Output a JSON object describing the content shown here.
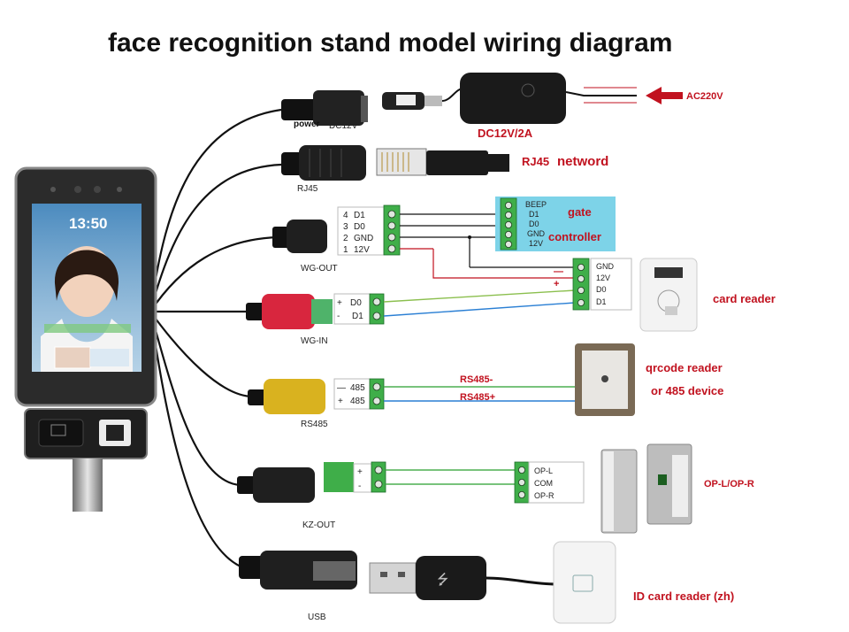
{
  "title": "face recognition stand model wiring diagram",
  "device": {
    "clock": "13:50"
  },
  "power": {
    "label_power": "power",
    "label_dc": "DC12V",
    "adapter": "DC12V/2A",
    "input": "AC220V"
  },
  "rj45": {
    "label": "RJ45",
    "target_a": "RJ45",
    "target_b": "netword"
  },
  "wg_out": {
    "label": "WG-OUT",
    "pins": [
      {
        "num": "4",
        "name": "D1"
      },
      {
        "num": "3",
        "name": "D0"
      },
      {
        "num": "2",
        "name": "GND"
      },
      {
        "num": "1",
        "name": "12V"
      }
    ],
    "gate_pins": [
      "BEEP",
      "D1",
      "D0",
      "GND",
      "12V"
    ],
    "gate_label_1": "gate",
    "gate_label_2": "controller"
  },
  "wg_in": {
    "label": "WG-IN",
    "pins": [
      {
        "sign": "+",
        "name": "D0"
      },
      {
        "sign": "-",
        "name": "D1"
      }
    ],
    "reader_pins": [
      "GND",
      "12V",
      "D0",
      "D1"
    ],
    "minus": "—",
    "plus": "+",
    "reader_label": "card reader"
  },
  "rs485": {
    "label": "RS485",
    "pins": [
      {
        "sign": "—",
        "name": "485"
      },
      {
        "sign": "+",
        "name": "485"
      }
    ],
    "wire_minus": "RS485-",
    "wire_plus": "RS485+",
    "device_1": "qrcode reader",
    "device_2": "or 485 device"
  },
  "kz_out": {
    "label": "KZ-OUT",
    "pins": [
      "+",
      "-"
    ],
    "relay_pins": [
      "OP-L",
      "COM",
      "OP-R"
    ],
    "device": "OP-L/OP-R"
  },
  "usb": {
    "label": "USB",
    "device": "ID card reader (zh)"
  },
  "colors": {
    "accent_red": "#c1121f",
    "terminal_green": "#3fae49",
    "gate_blue": "#7dd3e8",
    "wire_green": "#4caf50",
    "wire_blue": "#2a7fd4"
  }
}
